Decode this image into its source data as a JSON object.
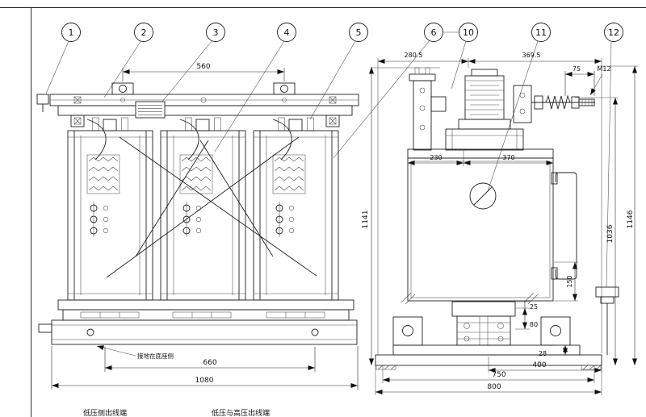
{
  "callouts": {
    "c1": "1",
    "c2": "2",
    "c3": "3",
    "c4": "4",
    "c5": "5",
    "c6": "6",
    "c10": "10",
    "c11": "11",
    "c12": "12"
  },
  "front_view": {
    "dim_lug_span": "560",
    "dim_foot_span": "660",
    "dim_base_width": "1080",
    "ground_note": "接地在底座侧",
    "caption": "低压侧出线端"
  },
  "side_view": {
    "dim_a": "280.5",
    "dim_b": "369.5",
    "dim_stud": "75",
    "thread_label": "M12",
    "dim_c": "230",
    "dim_d": "370",
    "dim_h_left": "1141",
    "dim_h_right": "1146",
    "dim_h_inner": "1036",
    "dim_150": "150",
    "dim_25": "25",
    "dim_80": "80",
    "dim_28": "28",
    "dim_400": "400",
    "dim_750": "750",
    "dim_800": "800",
    "caption": "低压与高压出线端"
  }
}
